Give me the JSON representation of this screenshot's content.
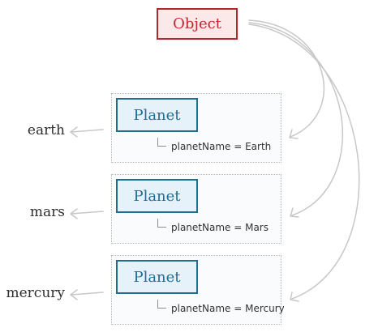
{
  "object": {
    "label": "Object"
  },
  "instances": [
    {
      "class_label": "Planet",
      "property": "planetName = Earth",
      "reference": "earth"
    },
    {
      "class_label": "Planet",
      "property": "planetName = Mars",
      "reference": "mars"
    },
    {
      "class_label": "Planet",
      "property": "planetName = Mercury",
      "reference": "mercury"
    }
  ],
  "colors": {
    "object_border": "#b3262b",
    "object_text": "#c0272d",
    "class_border": "#1f6d8f",
    "class_text": "#1a6d94",
    "connector": "#c8c8c8"
  }
}
